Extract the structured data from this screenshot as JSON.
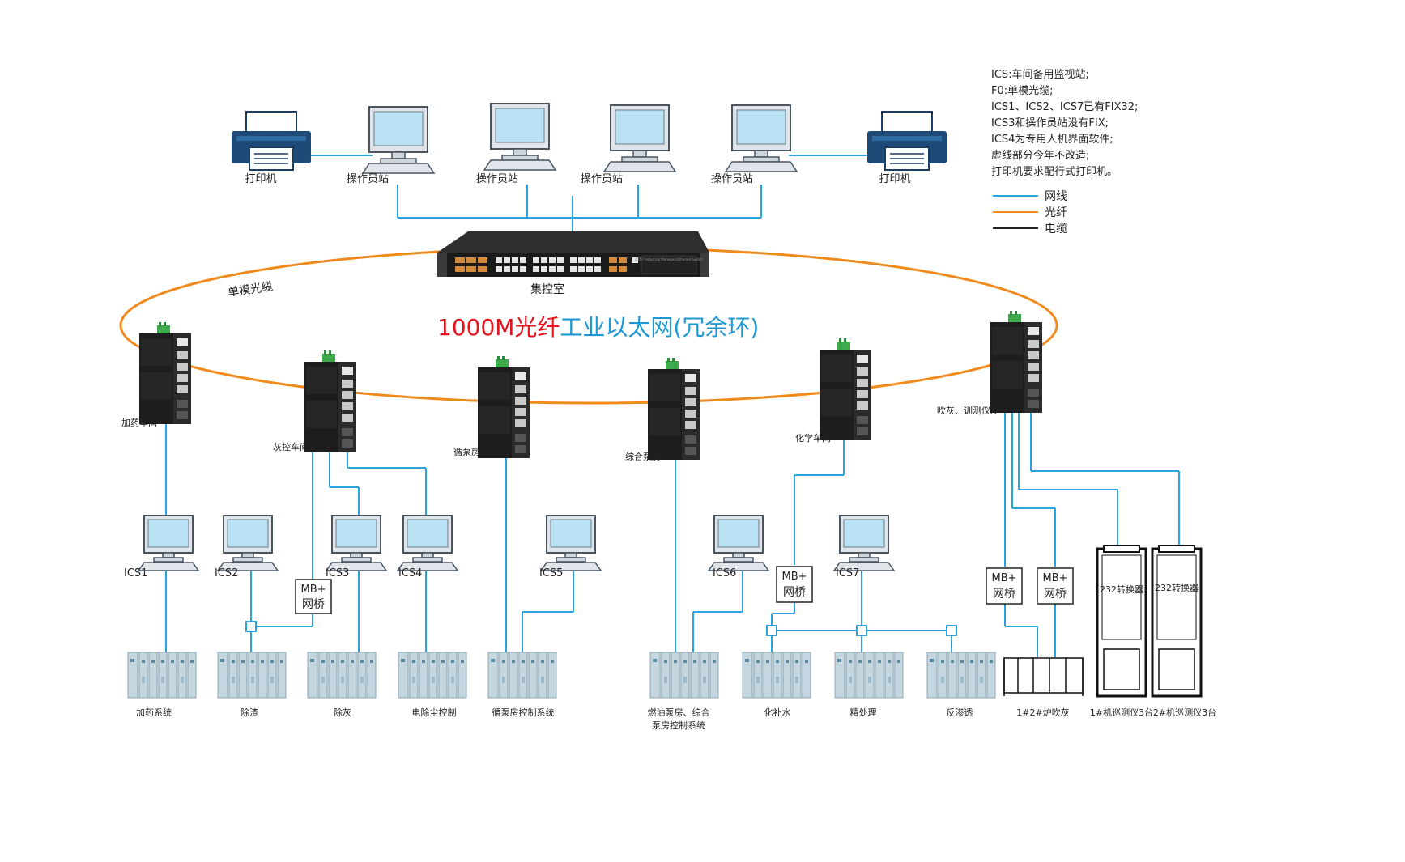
{
  "colors": {
    "network": "#2aa4e0",
    "fiber": "#f08a1c",
    "cable": "#222222",
    "title_red": "#e3141b",
    "title_blue": "#1d9ad6"
  },
  "notes": [
    "ICS:车间备用监视站;",
    "F0:单模光缆;",
    "ICS1、ICS2、ICS7已有FIX32;",
    "ICS3和操作员站没有FIX;",
    "ICS4为专用人机界面软件;",
    "虚线部分今年不改造;",
    "打印机要求配行式打印机。"
  ],
  "legend": {
    "network": "网线",
    "fiber": "光纤",
    "cable": "电缆"
  },
  "top": {
    "printer_left": "打印机",
    "printer_right": "打印机",
    "stations": [
      "操作员站",
      "操作员站",
      "操作员站",
      "操作员站"
    ]
  },
  "core": {
    "label": "集控室",
    "faceplate_text": "ILTN7 Industrial Managed Ethernet Switch"
  },
  "ring": {
    "label": "单模光缆",
    "title_red": "1000M光纤",
    "title_blue": "工业以太网(冗余环)"
  },
  "switches": [
    "加药车间",
    "灰控车间",
    "循泵房",
    "综合泵房",
    "化学车间",
    "吹灰、训测仪X"
  ],
  "ics": [
    "ICS1",
    "ICS2",
    "ICS3",
    "ICS4",
    "ICS5",
    "ICS6",
    "ICS7"
  ],
  "bridges": [
    "MB+\n网桥",
    "MB+\n网桥",
    "MB+\n网桥",
    "MB+\n网桥"
  ],
  "bridge_line1": "MB+",
  "bridge_line2": "网桥",
  "converter": "232转换器",
  "plc_labels": [
    "加药系统",
    "除渣",
    "除灰",
    "电除尘控制",
    "循泵房控制系统",
    "燃油泵房、综合",
    "泵房控制系统",
    "化补水",
    "精处理",
    "反渗透"
  ],
  "right_labels": [
    "1#2#炉吹灰",
    "1#机巡测仪3台",
    "2#机巡测仪3台"
  ]
}
